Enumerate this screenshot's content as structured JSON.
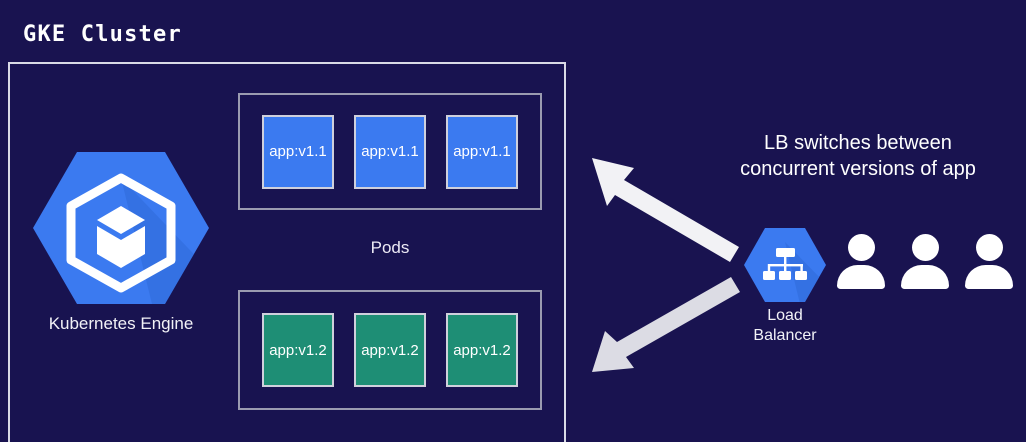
{
  "background_color": "#191350",
  "cluster": {
    "title": "GKE Cluster",
    "engine": {
      "label": "Kubernetes Engine",
      "icon": "kubernetes-engine-hexagon",
      "color": "#3b7af0"
    },
    "pods_label": "Pods",
    "pod_groups": [
      {
        "id": "v11",
        "color": "#3b7af0",
        "pods": [
          {
            "label": "app:v1.1"
          },
          {
            "label": "app:v1.1"
          },
          {
            "label": "app:v1.1"
          }
        ]
      },
      {
        "id": "v12",
        "color": "#1e8e75",
        "pods": [
          {
            "label": "app:v1.2"
          },
          {
            "label": "app:v1.2"
          },
          {
            "label": "app:v1.2"
          }
        ]
      }
    ]
  },
  "load_balancer": {
    "caption_line1": "LB switches between",
    "caption_line2": "concurrent versions of app",
    "label_line1": "Load",
    "label_line2": "Balancer",
    "icon": "load-balancer-hexagon",
    "color": "#3b7af0"
  },
  "users": {
    "count": 3,
    "icon": "user-icon",
    "color": "#ffffff"
  },
  "arrows": [
    {
      "name": "arrow-lb-to-v11",
      "direction": "up-left",
      "color": "#f2f2f5"
    },
    {
      "name": "arrow-lb-to-v12",
      "direction": "down-left",
      "color": "#dcdce4"
    }
  ]
}
